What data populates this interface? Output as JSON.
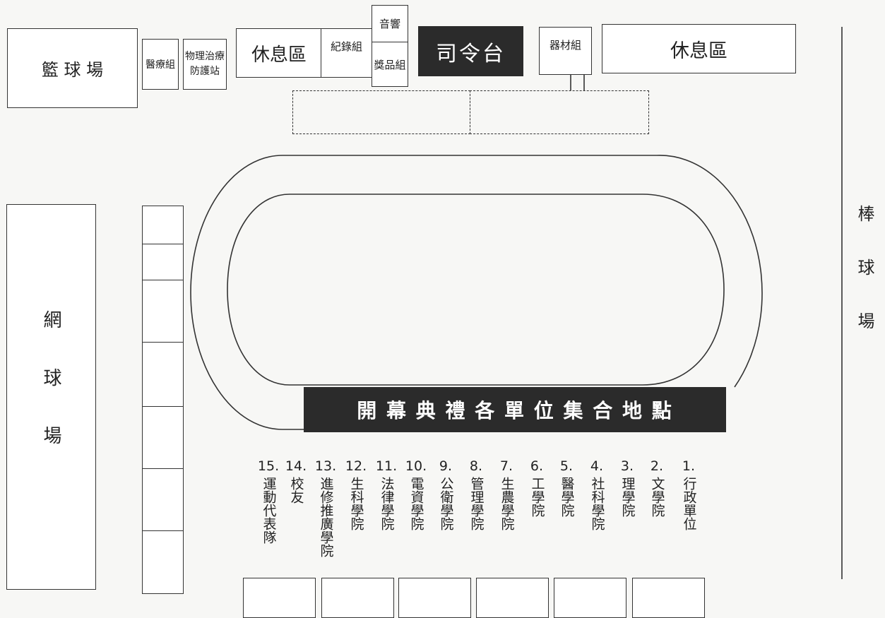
{
  "top": {
    "basketball": "籃 球 場",
    "medical": "醫療組",
    "physio": "物理治療\n防護站",
    "rest_left": "休息區",
    "record": "紀錄組",
    "sound": "音響",
    "prize": "獎品組",
    "stage": "司令台",
    "equipment": "器材組",
    "rest_right": "休息區"
  },
  "left": {
    "tennis": "網球場"
  },
  "right": {
    "baseball": "棒球場"
  },
  "assembly_banner": "開 幕 典 禮 各 單 位 集 合 地 點",
  "units": [
    {
      "num": "15.",
      "name": "運動代表隊"
    },
    {
      "num": "14.",
      "name": "校友"
    },
    {
      "num": "13.",
      "name": "進修推廣學院"
    },
    {
      "num": "12.",
      "name": "生科學院"
    },
    {
      "num": "11.",
      "name": "法律學院"
    },
    {
      "num": "10.",
      "name": "電資學院"
    },
    {
      "num": "9.",
      "name": "公衛學院"
    },
    {
      "num": "8.",
      "name": "管理學院"
    },
    {
      "num": "7.",
      "name": "生農學院"
    },
    {
      "num": "6.",
      "name": "工學院"
    },
    {
      "num": "5.",
      "name": "醫學院"
    },
    {
      "num": "4.",
      "name": "社科學院"
    },
    {
      "num": "3.",
      "name": "理學院"
    },
    {
      "num": "2.",
      "name": "文學院"
    },
    {
      "num": "1.",
      "name": "行政單位"
    }
  ]
}
